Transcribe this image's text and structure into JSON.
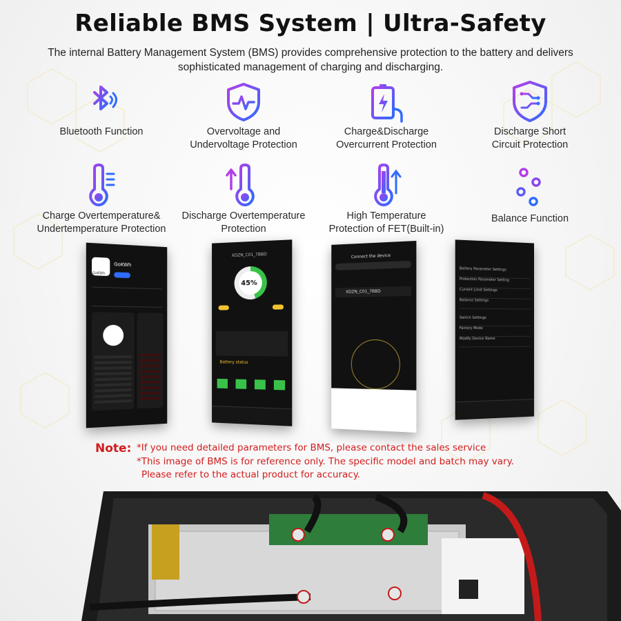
{
  "header": {
    "title": "Reliable BMS System | Ultra-Safety",
    "subtitle": "The internal Battery Management System (BMS) provides comprehensive protection to the battery and delivers sophisticated management of charging and discharging."
  },
  "features": [
    {
      "icon": "bluetooth-icon",
      "line1": "Bluetooth Function",
      "line2": ""
    },
    {
      "icon": "shield-pulse-icon",
      "line1": "Overvoltage and",
      "line2": "Undervoltage Protection"
    },
    {
      "icon": "battery-charging-icon",
      "line1": "Charge&Discharge",
      "line2": "Overcurrent Protection"
    },
    {
      "icon": "circuit-shield-icon",
      "line1": "Discharge Short",
      "line2": "Circuit Protection"
    },
    {
      "icon": "thermometer-icon",
      "line1": "Charge Overtemperature&",
      "line2": "Undertemperature Protection"
    },
    {
      "icon": "thermometer-up-icon",
      "line1": "Discharge Overtemperature",
      "line2": "Protection"
    },
    {
      "icon": "thermometer-high-icon",
      "line1": "High Temperature",
      "line2": "Protection of FET(Built-in)"
    },
    {
      "icon": "sliders-icon",
      "line1": "Balance Function",
      "line2": ""
    }
  ],
  "screens": {
    "app_store": {
      "app_name": "GoKWh",
      "app_label": "GoKWh"
    },
    "dashboard": {
      "device": "XDZN_C01_7BBD",
      "percent": "45%",
      "section1": "Battery status"
    },
    "connect": {
      "title": "Connect the device",
      "device": "XDZN_C01_7BBD"
    },
    "settings": {
      "items": [
        "Battery Parameter Settings",
        "Protection Parameter Setting",
        "Current Limit Settings",
        "Balance Settings",
        "Switch Settings",
        "Factory Mode",
        "Modify Device Name"
      ]
    }
  },
  "note": {
    "label": "Note:",
    "line1": "*If you need detailed parameters for BMS, please contact the sales service",
    "line2": "*This image of BMS is for reference only. The specific model and batch may vary.",
    "line3": "Please refer to the actual product for accuracy."
  },
  "colors": {
    "accent_purple": "#7b3fe0",
    "accent_blue": "#2f6bff",
    "note_red": "#d21c1c",
    "app_yellow": "#f2c230",
    "app_green": "#39c24a"
  }
}
